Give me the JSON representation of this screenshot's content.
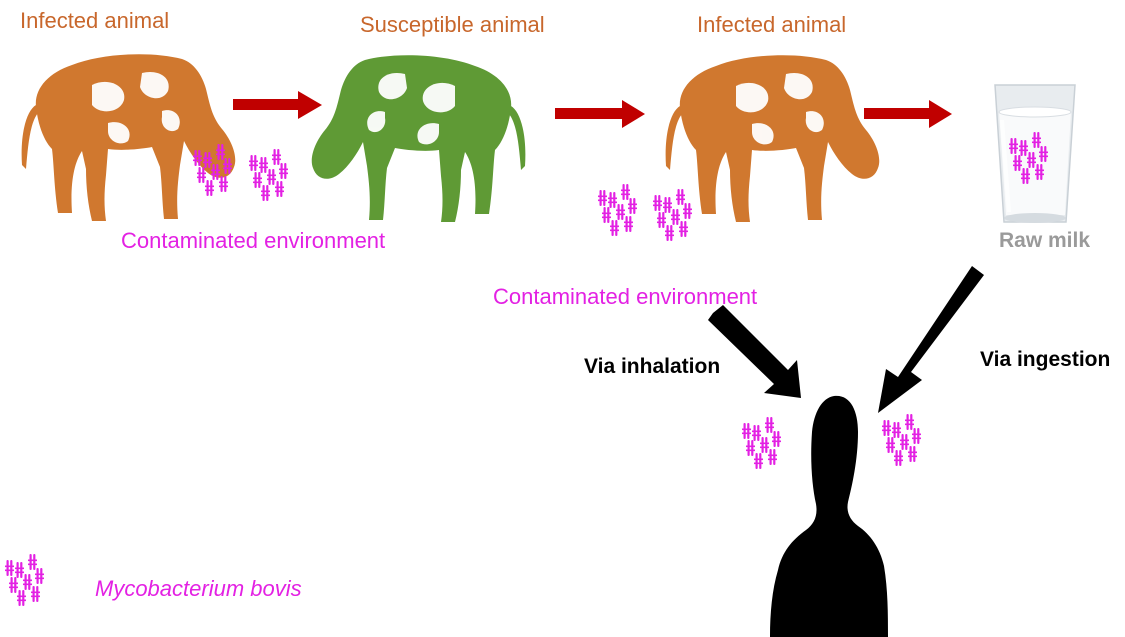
{
  "labels": {
    "infected_animal_1": "Infected animal",
    "susceptible_animal": "Susceptible animal",
    "infected_animal_2": "Infected animal",
    "contaminated_env_1": "Contaminated environment",
    "contaminated_env_2": "Contaminated environment",
    "raw_milk": "Raw milk",
    "via_inhalation": "Via inhalation",
    "via_ingestion": "Via ingestion",
    "legend": "Mycobacterium bovis"
  },
  "colors": {
    "infected": "#d0782f",
    "susceptible": "#5f9a35",
    "bacteria": "#e321e3",
    "transmission_arrow": "#c00000",
    "route_arrow": "#000000",
    "human": "#000000",
    "milk": "#f6f7f9"
  },
  "icons": {
    "cow": "cow-icon",
    "milk": "milk-glass-icon",
    "human": "human-head-silhouette-icon",
    "bacteria": "bacteria-cluster-icon"
  }
}
